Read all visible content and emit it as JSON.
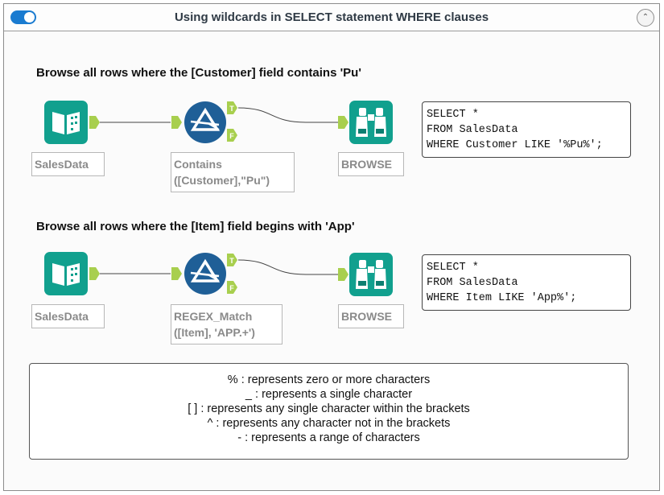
{
  "header": {
    "title": "Using wildcards in SELECT statement WHERE clauses",
    "collapse_glyph": "⌃"
  },
  "colors": {
    "accent_blue": "#1a7bd0",
    "input_teal": "#11a08e",
    "filter_blue": "#1f5f97",
    "anchor_green": "#a8cf4e"
  },
  "sections": [
    {
      "heading": "Browse all rows where the [Customer] field contains 'Pu'",
      "input": {
        "label": "SalesData",
        "icon": "book-icon"
      },
      "filter": {
        "label_line1": "Contains",
        "label_line2": "([Customer],\"Pu\")",
        "icon": "filter-icon",
        "true_anchor": "T",
        "false_anchor": "F"
      },
      "browse": {
        "label": "BROWSE",
        "icon": "binoculars-icon"
      },
      "sql": [
        "SELECT *",
        "FROM SalesData",
        "WHERE Customer LIKE '%Pu%';"
      ]
    },
    {
      "heading": "Browse all rows where the [Item] field begins with 'App'",
      "input": {
        "label": "SalesData",
        "icon": "book-icon"
      },
      "filter": {
        "label_line1": "REGEX_Match",
        "label_line2": "([Item], 'APP.+')",
        "icon": "filter-icon",
        "true_anchor": "T",
        "false_anchor": "F"
      },
      "browse": {
        "label": "BROWSE",
        "icon": "binoculars-icon"
      },
      "sql": [
        "SELECT *",
        "FROM SalesData",
        "WHERE Item LIKE 'App%';"
      ]
    }
  ],
  "legend": [
    "% : represents zero or more characters",
    "_ : represents a single character",
    "[ ] : represents any single character within the brackets",
    "^ : represents any character not in the brackets",
    "- : represents a range of characters"
  ]
}
